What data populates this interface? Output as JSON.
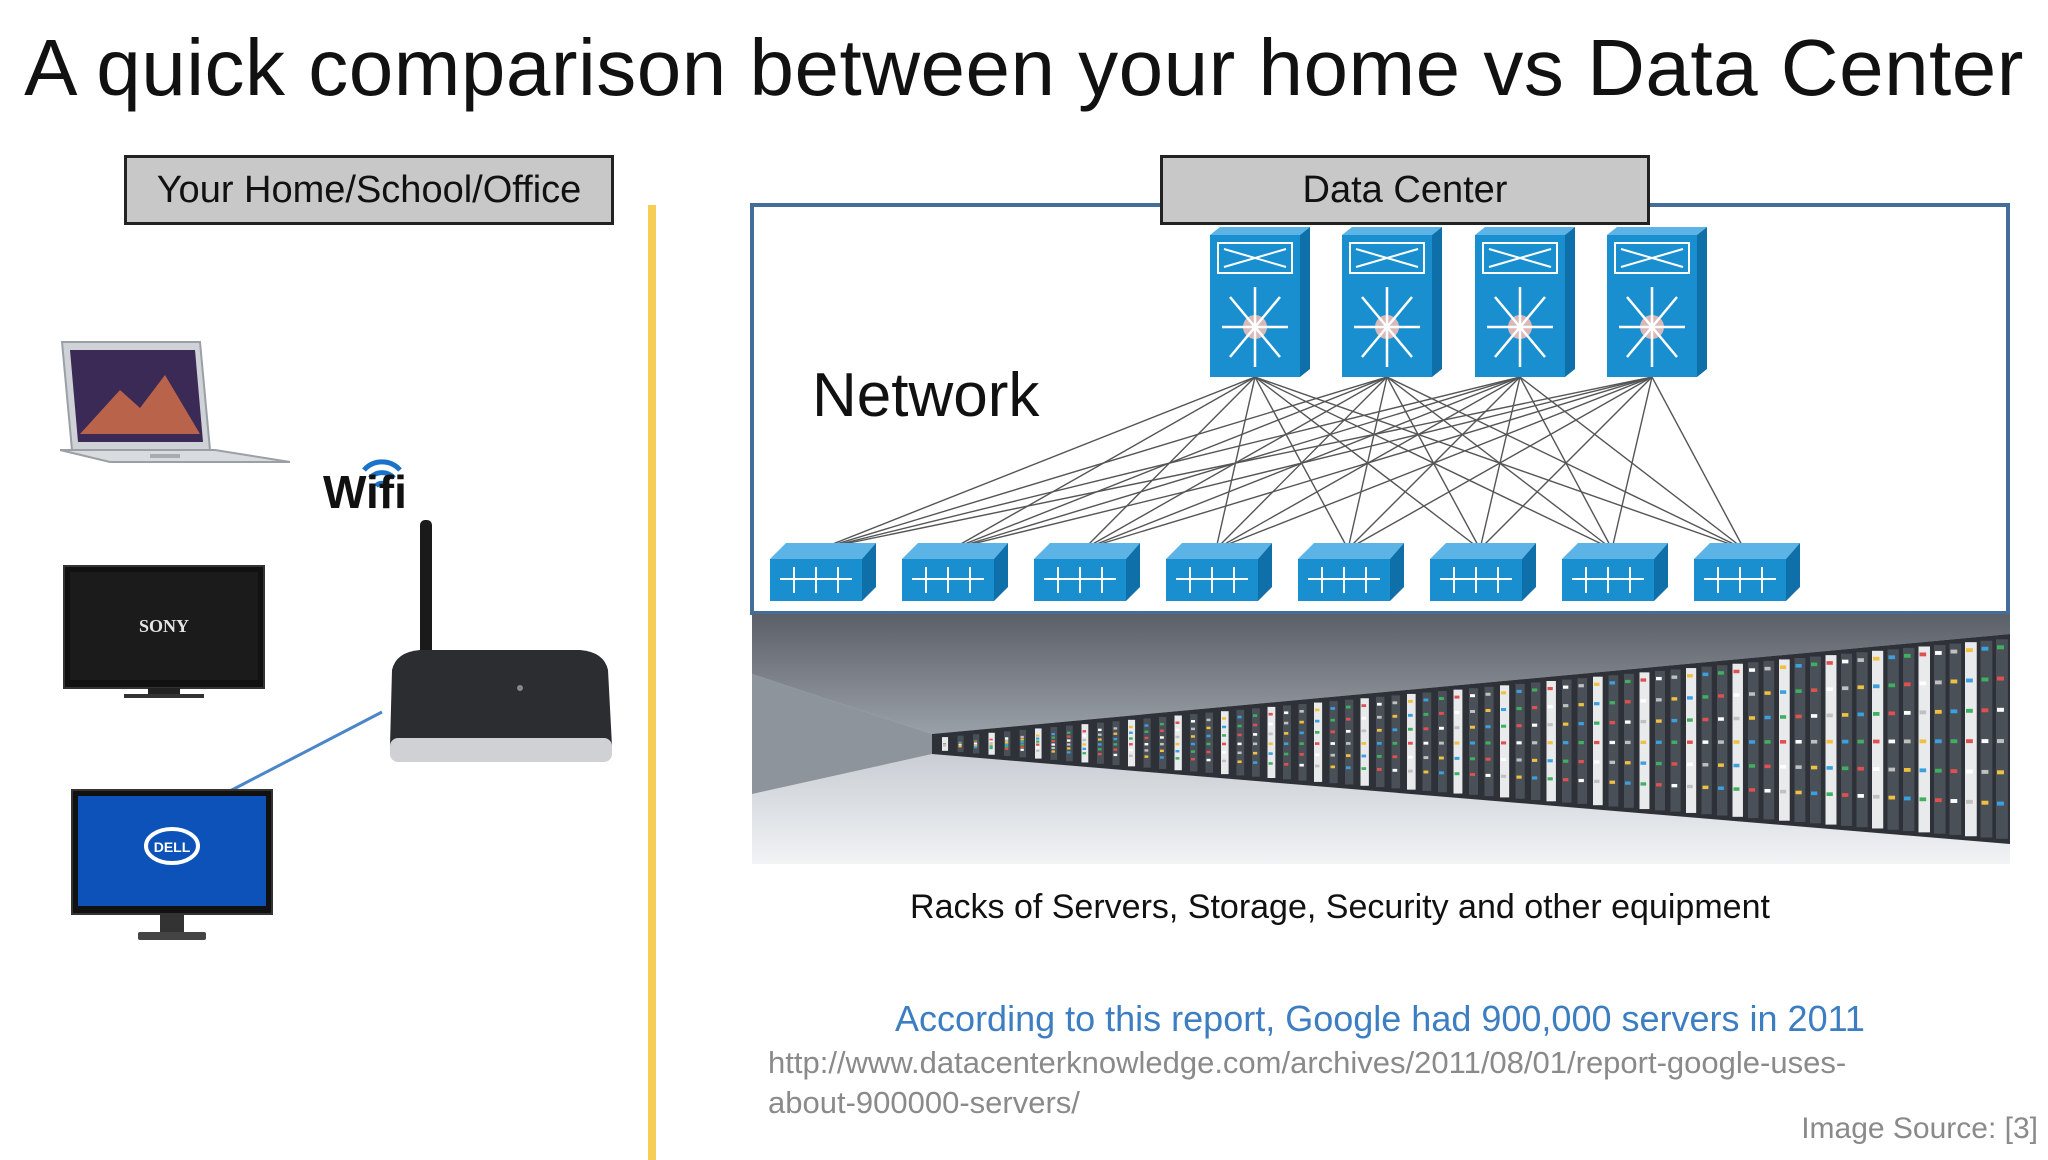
{
  "slide": {
    "title": "A quick comparison between your home vs Data Center",
    "home_label": "Your Home/School/Office",
    "dc_label": "Data Center",
    "network_label": "Network",
    "racks_caption": "Racks of Servers, Storage, Security and other equipment",
    "report_link": "According to this report, Google had 900,000 servers in 2011",
    "report_url_line1": "http://www.datacenterknowledge.com/archives/2011/08/01/report-google-uses-",
    "report_url_line2": "about-900000-servers/",
    "image_source": "Image Source: [3]"
  },
  "home": {
    "wifi_text": "Wifi",
    "tv_brand": "SONY",
    "monitor_brand": "DELL"
  },
  "colors": {
    "divider": "#f6cd55",
    "network_frame": "#456d99",
    "link": "#3c7ec1",
    "switch": "#1a8fd0"
  }
}
